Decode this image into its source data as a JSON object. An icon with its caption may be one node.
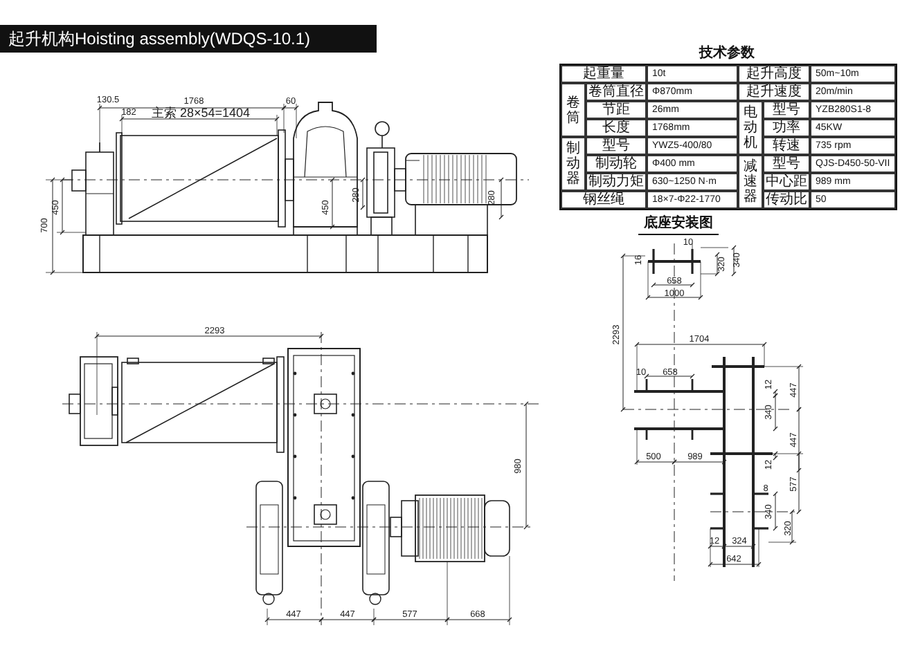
{
  "diagram": {
    "title": "起升机构Hoisting assembly(WDQS-10.1)",
    "labels": [
      "技术参数",
      "起重量",
      "10t",
      "起升高度",
      "50m~10m",
      "卷筒",
      "卷筒直径",
      "Φ870mm",
      "起升速度",
      "20m/min",
      "节距",
      "26mm",
      "电动机",
      "型号",
      "YZB280S1-8",
      "长度",
      "1768mm",
      "功率",
      "45KW",
      "制动器",
      "型号",
      "YWZ5-400/80",
      "转速",
      "735 rpm",
      "制动轮",
      "Φ400 mm",
      "减速器",
      "型号",
      "QJS-D450-50-VII",
      "制动力矩",
      "630~1250 N·m",
      "中心距",
      "989 mm",
      "钢丝绳",
      "18×7-Φ22-1770",
      "传动比",
      "50",
      "底座安装图",
      "130.5",
      "1768",
      "60",
      "182",
      "主索 28×54=1404",
      "700",
      "450",
      "450",
      "280",
      "280",
      "2293",
      "980",
      "447",
      "447",
      "577",
      "668",
      "10",
      "16",
      "320",
      "340",
      "658",
      "1000",
      "2293",
      "1704",
      "10",
      "658",
      "12",
      "447",
      "340",
      "447",
      "500",
      "989",
      "12",
      "577",
      "8",
      "340",
      "320",
      "12",
      "324",
      "642"
    ]
  }
}
